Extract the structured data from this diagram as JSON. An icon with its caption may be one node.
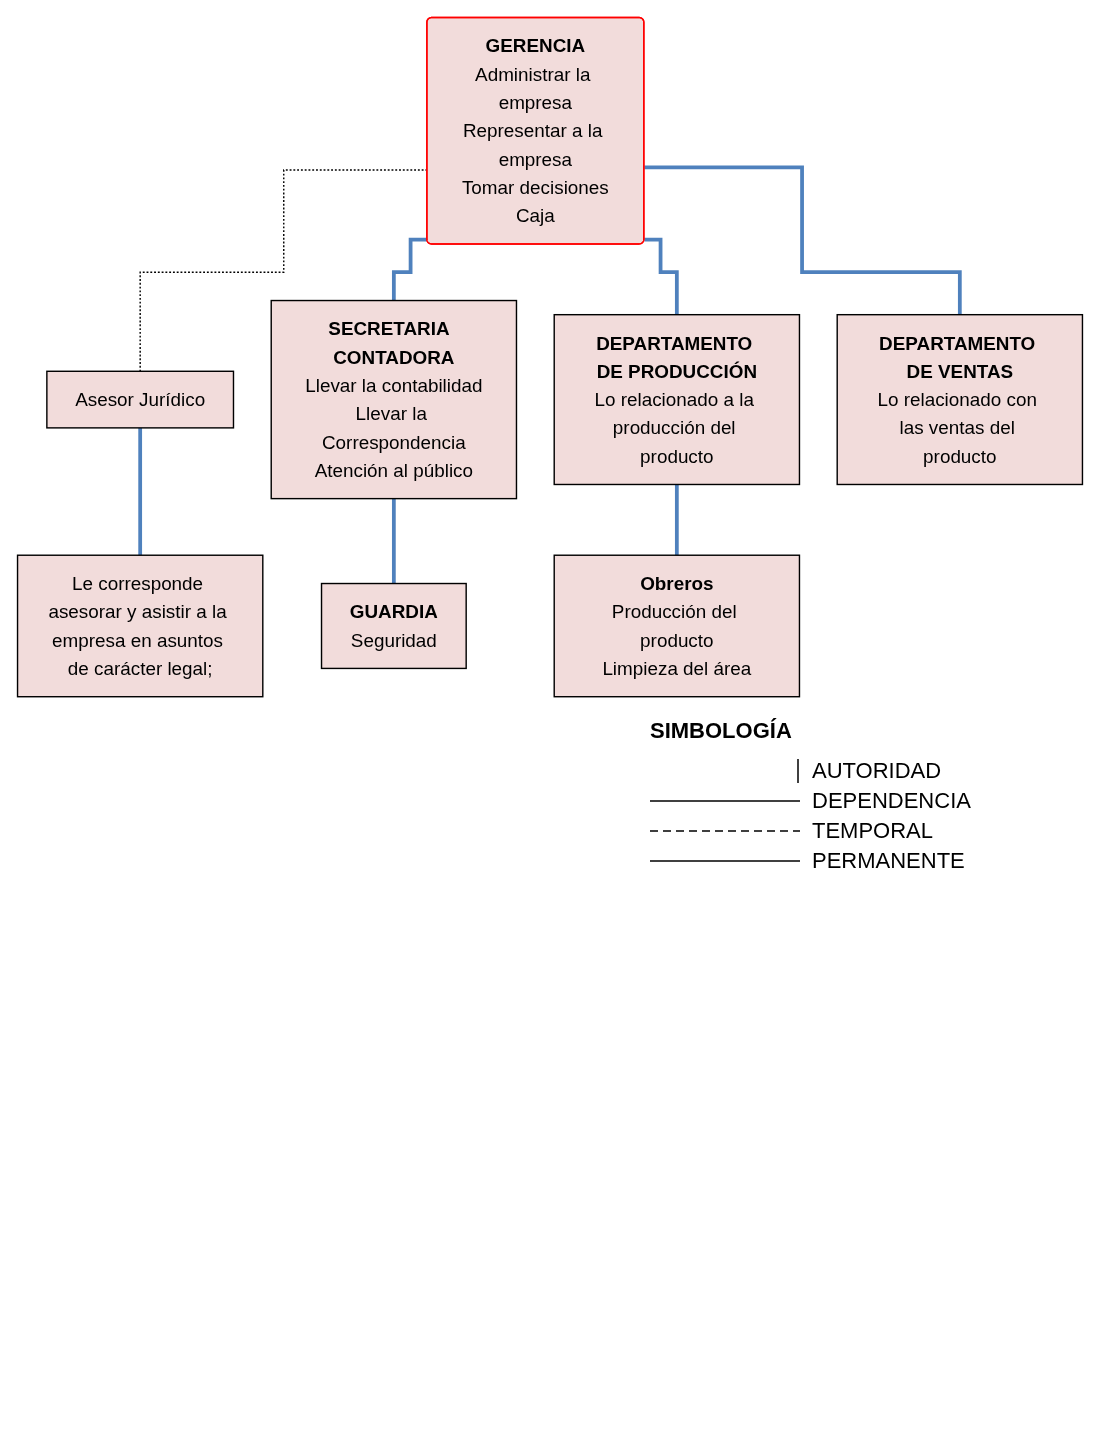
{
  "diagram": {
    "nodes": [
      {
        "text": [
          "GERENCIA",
          "Administrar la empresa",
          "Representar a la empresa",
          "Tomar decisiones",
          "Caja"
        ]
      },
      {
        "text": [
          "Asesor Jurídico"
        ]
      },
      {
        "text": [
          "Le corresponde asesorar y asistir a la empresa en asuntos de carácter legal;"
        ]
      },
      {
        "text": [
          "SECRETARIA  CONTADORA",
          "Llevar la contabilidad",
          "Llevar la Correspondencia",
          "Atención al público"
        ]
      },
      {
        "text": [
          "GUARDIA",
          "Seguridad"
        ]
      },
      {
        "text": [
          "DEPARTAMENTO DE PRODUCCIÓN",
          "Lo relacionado a la producción del producto"
        ]
      },
      {
        "text": [
          "DEPARTAMENTO DE VENTAS",
          "Lo relacionado con las ventas del producto"
        ]
      },
      {
        "text": [
          "Obreros",
          "Producción del producto",
          "Limpieza del área"
        ]
      }
    ],
    "edges": [
      {
        "from": 0,
        "to": 1,
        "arrow": "none",
        "style": "dashed",
        "color": "#000000"
      },
      {
        "from": 1,
        "to": 2,
        "arrow": "none"
      },
      {
        "from": 0,
        "to": 3,
        "arrow": "none"
      },
      {
        "from": 3,
        "to": 4,
        "arrow": "none"
      },
      {
        "from": 0,
        "to": 5,
        "arrow": "none"
      },
      {
        "from": 0,
        "to": 6,
        "arrow": "none"
      },
      {
        "from": 5,
        "to": 7,
        "arrow": "none"
      }
    ],
    "labels": [
      "SIMBOLOGÍA"
    ],
    "legend": [
      {
        "text": "AUTORIDAD"
      },
      {
        "text": "DEPENDENCIA"
      },
      {
        "text": "TEMPORAL"
      },
      {
        "text": "PERMANENTE"
      }
    ]
  }
}
